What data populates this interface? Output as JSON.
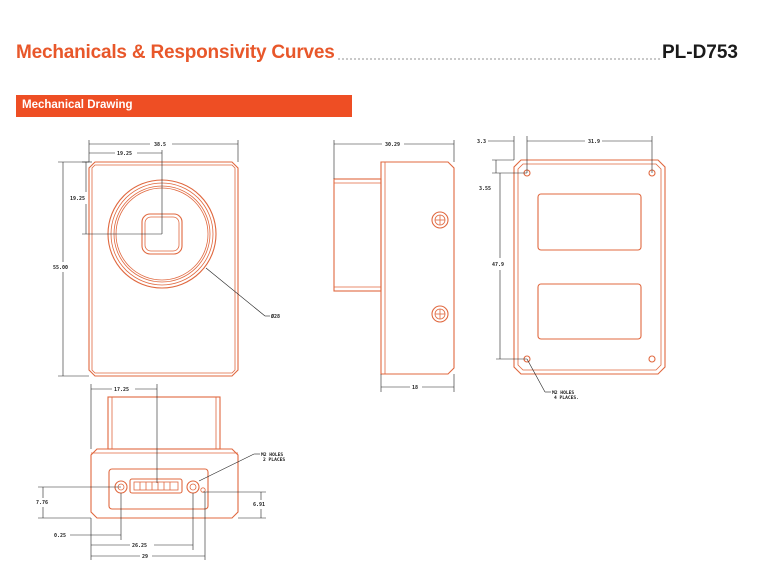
{
  "header": {
    "title": "Mechanicals & Responsivity Curves",
    "model": "PL-D753"
  },
  "section": {
    "label": "Mechanical Drawing"
  },
  "front_view": {
    "dim_width": "38.5",
    "dim_center_x": "19.25",
    "dim_center_y": "19.25",
    "dim_height": "55.00",
    "dim_diameter": "Ø28"
  },
  "side_view": {
    "dim_depth": "30.29",
    "dim_body": "18"
  },
  "back_view": {
    "dim_offset_x": "3.3",
    "dim_hole_span_x": "31.9",
    "dim_offset_y": "3.55",
    "dim_hole_span_y": "47.9",
    "hole_note_line1": "M2 HOLES",
    "hole_note_line2": "4 PLACES."
  },
  "bottom_view": {
    "dim_center": "17.25",
    "dim_height_left": "7.76",
    "dim_offset_left": "0.25",
    "dim_hole_span": "26.25",
    "dim_total": "29",
    "dim_height_right": "6.91",
    "hole_note_line1": "M2 HOLES",
    "hole_note_line2": "2 PLACES"
  }
}
